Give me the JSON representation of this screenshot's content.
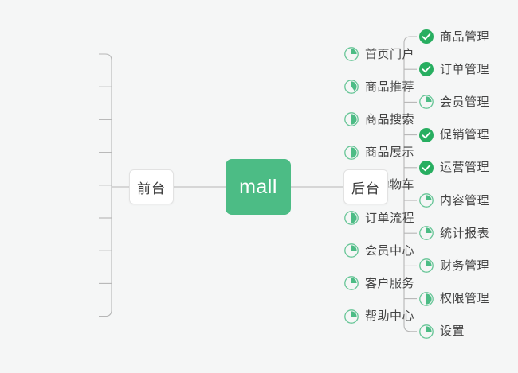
{
  "diagram": {
    "title": "mall",
    "background_color": "#f5f6f6",
    "accent_color": "#4cbc85",
    "connector_color": "#b6b6b6",
    "label_color": "#444444"
  },
  "root": {
    "label": "mall"
  },
  "branches": [
    {
      "id": "front",
      "label": "前台"
    },
    {
      "id": "back",
      "label": "后台"
    }
  ],
  "front_items": [
    {
      "label": "首页门户",
      "status": "partial",
      "progress": 25
    },
    {
      "label": "商品推荐",
      "status": "partial",
      "progress": 40
    },
    {
      "label": "商品搜索",
      "status": "partial",
      "progress": 50
    },
    {
      "label": "商品展示",
      "status": "partial",
      "progress": 50
    },
    {
      "label": "购物车",
      "status": "partial",
      "progress": 50
    },
    {
      "label": "订单流程",
      "status": "partial",
      "progress": 50
    },
    {
      "label": "会员中心",
      "status": "partial",
      "progress": 25
    },
    {
      "label": "客户服务",
      "status": "partial",
      "progress": 25
    },
    {
      "label": "帮助中心",
      "status": "partial",
      "progress": 25
    }
  ],
  "back_items": [
    {
      "label": "商品管理",
      "status": "done",
      "progress": 100
    },
    {
      "label": "订单管理",
      "status": "done",
      "progress": 100
    },
    {
      "label": "会员管理",
      "status": "partial",
      "progress": 25
    },
    {
      "label": "促销管理",
      "status": "done",
      "progress": 100
    },
    {
      "label": "运营管理",
      "status": "done",
      "progress": 100
    },
    {
      "label": "内容管理",
      "status": "partial",
      "progress": 25
    },
    {
      "label": "统计报表",
      "status": "partial",
      "progress": 25
    },
    {
      "label": "财务管理",
      "status": "partial",
      "progress": 25
    },
    {
      "label": "权限管理",
      "status": "partial",
      "progress": 50
    },
    {
      "label": "设置",
      "status": "partial",
      "progress": 25
    }
  ],
  "icons": {
    "done_name": "check-circle-icon",
    "partial_name": "progress-pie-icon"
  }
}
